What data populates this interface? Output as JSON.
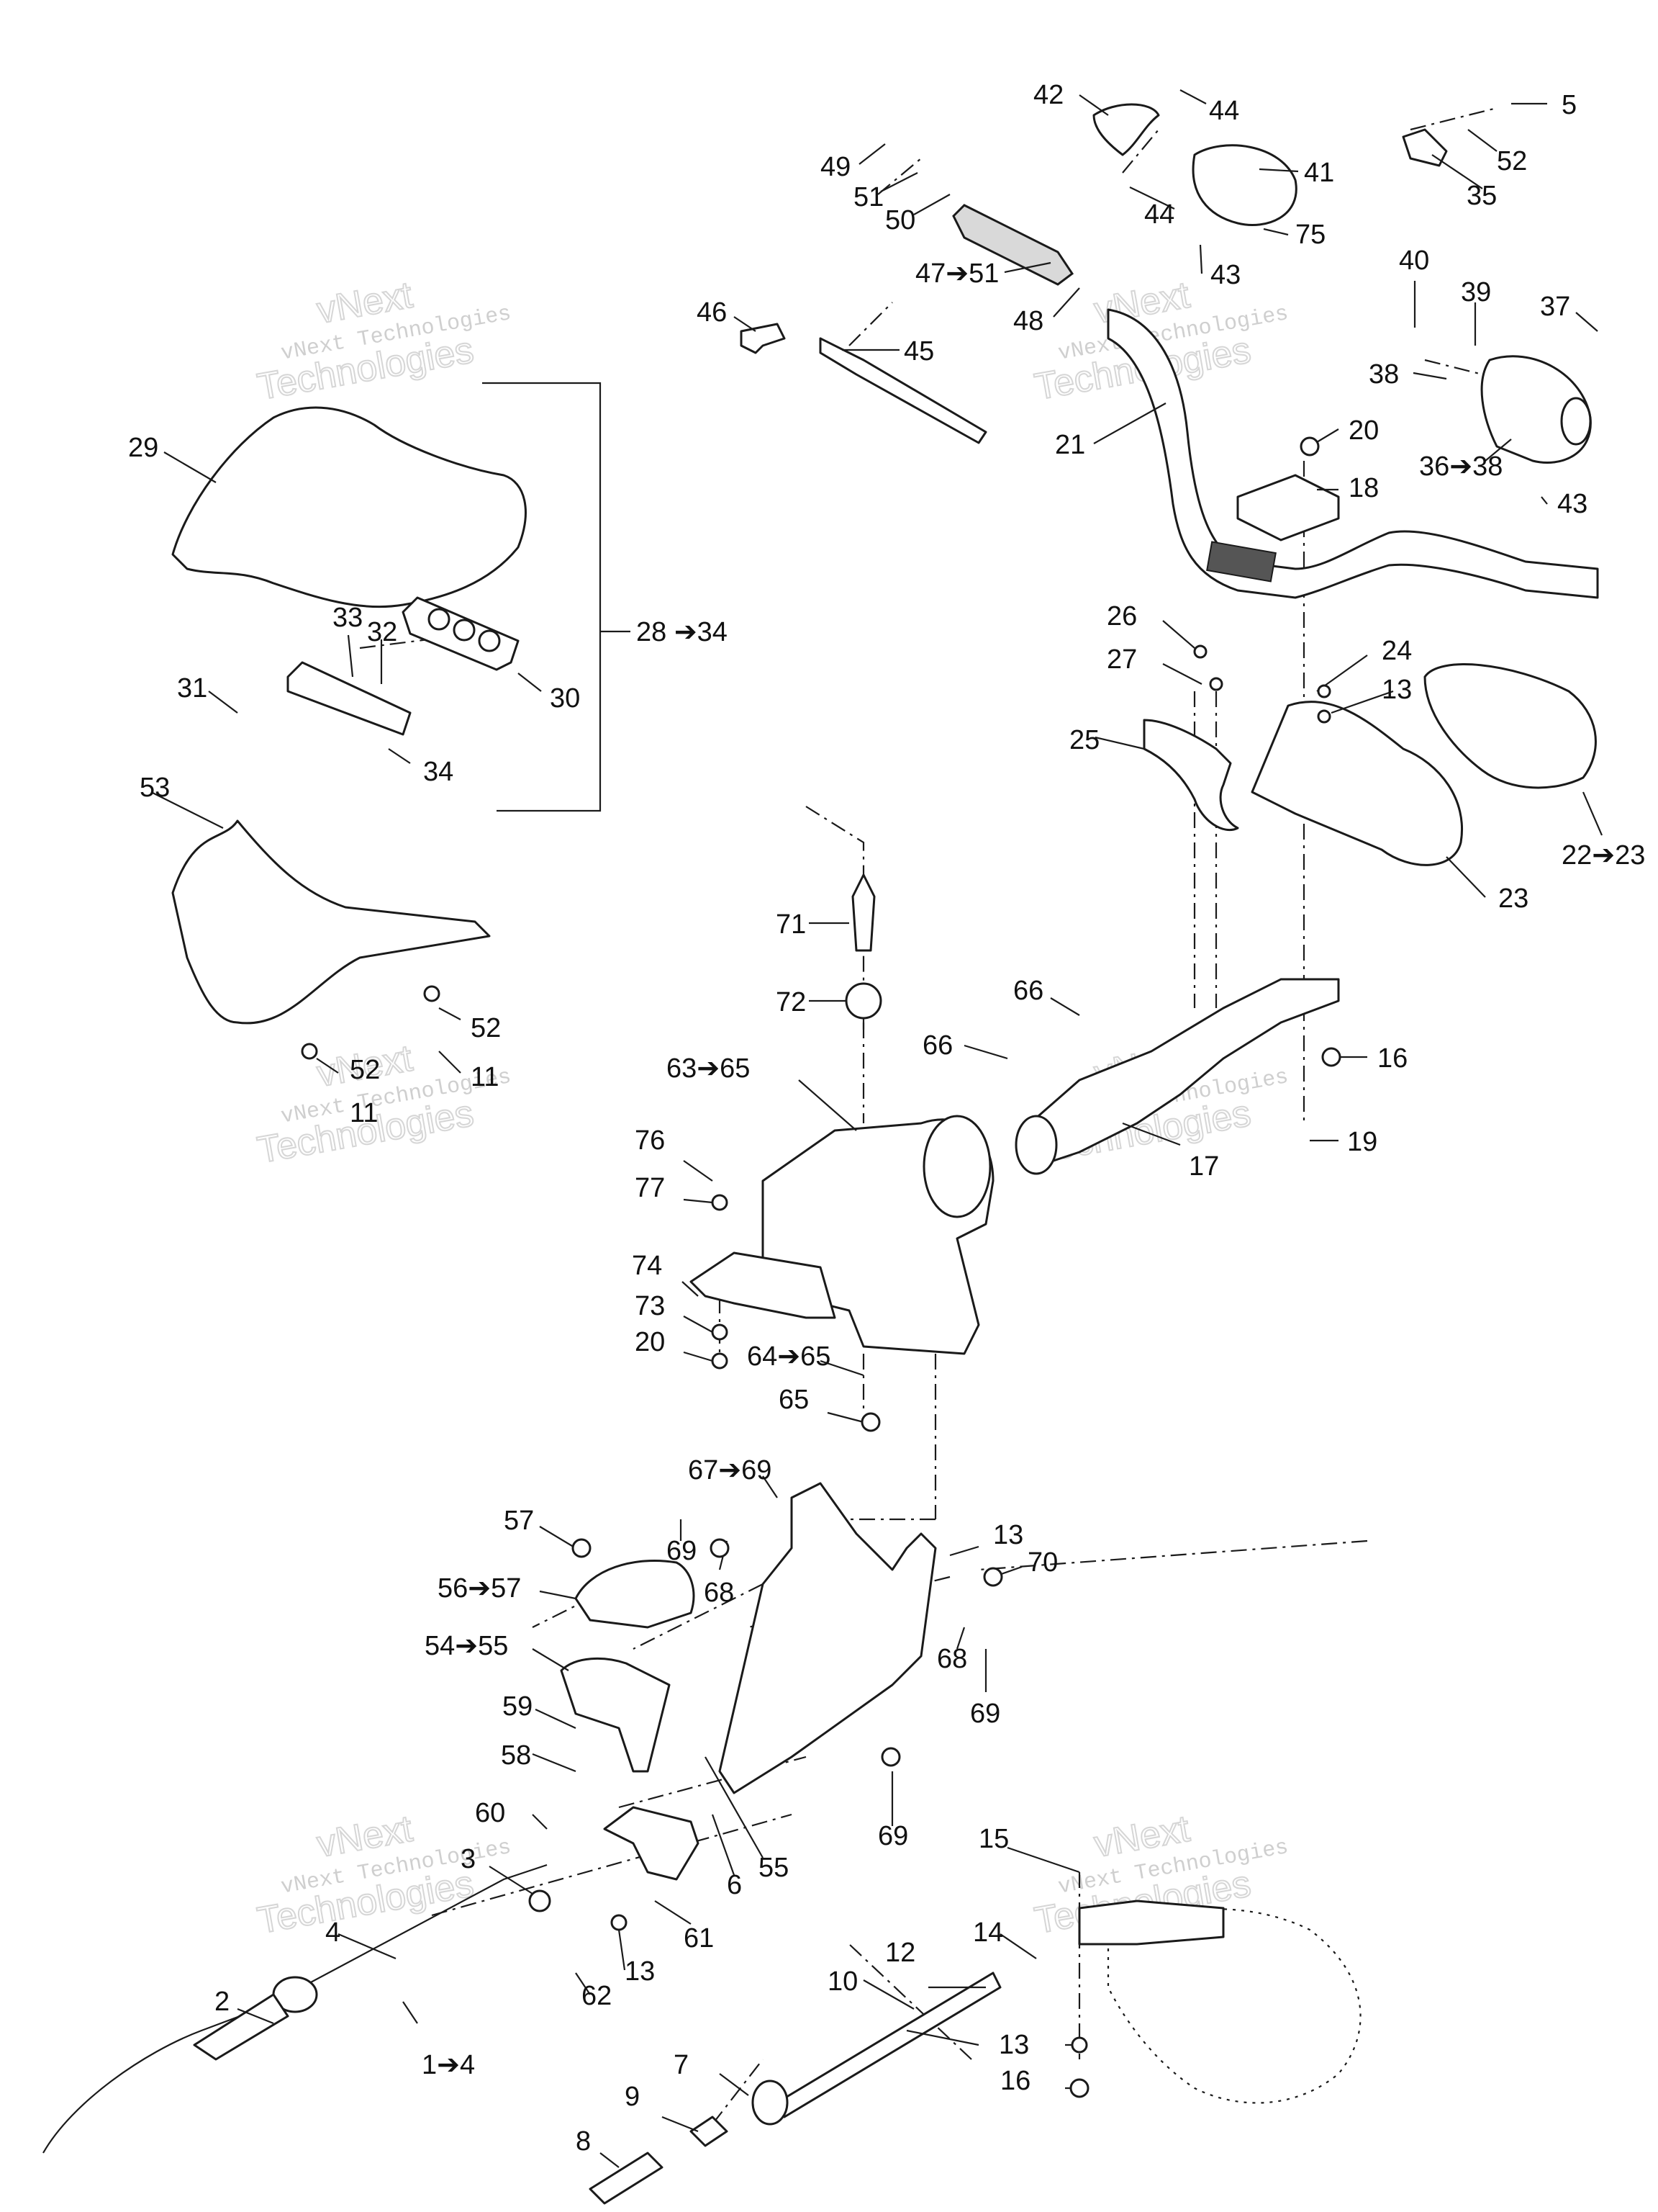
{
  "watermarks": [
    {
      "line1": "vNext",
      "line2": "vNext Technologies",
      "line3": "Technologies"
    },
    {
      "line1": "vNext",
      "line2": "vNext Technologies",
      "line3": "Technologies"
    },
    {
      "line1": "vNext",
      "line2": "vNext Technologies",
      "line3": "Technologies"
    },
    {
      "line1": "vNext",
      "line2": "vNext Technologies",
      "line3": "Technologies"
    },
    {
      "line1": "vNext",
      "line2": "vNext Technologies",
      "line3": "Technologies"
    },
    {
      "line1": "vNext",
      "line2": "vNext Technologies",
      "line3": "Technologies"
    }
  ],
  "labels": {
    "l5": "5",
    "l52a": "52",
    "l35": "35",
    "l42": "42",
    "l44a": "44",
    "l49": "49",
    "l51": "51",
    "l50": "50",
    "l41": "41",
    "l44b": "44",
    "l75": "75",
    "l47_51": "47➔51",
    "l43a": "43",
    "l48": "48",
    "l40": "40",
    "l39": "39",
    "l37": "37",
    "l46": "46",
    "l45": "45",
    "l38": "38",
    "l21": "21",
    "l20a": "20",
    "l36_38": "36➔38",
    "l18": "18",
    "l43b": "43",
    "l29": "29",
    "l33": "33",
    "l32": "32",
    "l28_34": "28 ➔34",
    "l31": "31",
    "l30": "30",
    "l34": "34",
    "l26": "26",
    "l27": "27",
    "l24": "24",
    "l13a": "13",
    "l25": "25",
    "l22_23": "22➔23",
    "l23": "23",
    "l53": "53",
    "l71": "71",
    "l72": "72",
    "l66a": "66",
    "l66b": "66",
    "l52b": "52",
    "l11a": "11",
    "l52c": "52",
    "l11b": "11",
    "l63_65": "63➔65",
    "l16a": "16",
    "l17": "17",
    "l19": "19",
    "l76": "76",
    "l77": "77",
    "l74": "74",
    "l73": "73",
    "l20b": "20",
    "l64_65": "64➔65",
    "l65": "65",
    "l67_69": "67➔69",
    "l57": "57",
    "l69a": "69",
    "l68a": "68",
    "l13b": "13",
    "l70": "70",
    "l56_57": "56➔57",
    "l54_55": "54➔55",
    "l68b": "68",
    "l69b": "69",
    "l59": "59",
    "l58": "58",
    "l60": "60",
    "l69c": "69",
    "l55": "55",
    "l3": "3",
    "l6": "6",
    "l15": "15",
    "l4": "4",
    "l61": "61",
    "l14": "14",
    "l13c": "13",
    "l62": "62",
    "l12": "12",
    "l10": "10",
    "l2": "2",
    "l13d": "13",
    "l7": "7",
    "l1_4": "1➔4",
    "l9": "9",
    "l16b": "16",
    "l8": "8"
  }
}
